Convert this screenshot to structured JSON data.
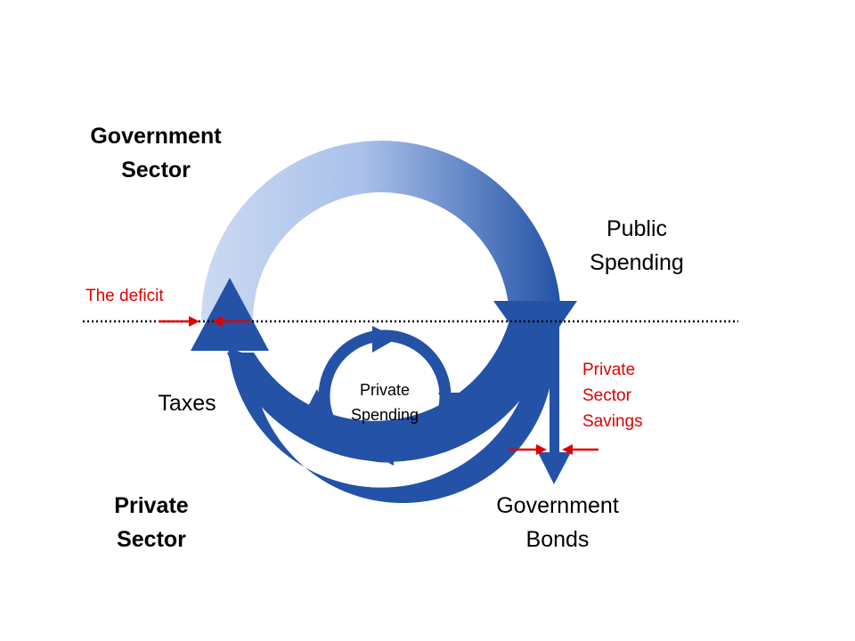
{
  "labels": {
    "government_sector": [
      "Government",
      "Sector"
    ],
    "private_sector": [
      "Private",
      "Sector"
    ],
    "public_spending": [
      "Public",
      "Spending"
    ],
    "taxes": "Taxes",
    "government_bonds": [
      "Government",
      "Bonds"
    ],
    "private_spending": [
      "Private",
      "Spending"
    ],
    "the_deficit": "The deficit",
    "private_sector_savings": [
      "Private",
      "Sector",
      "Savings"
    ]
  },
  "colors": {
    "flow_dark": "#2352a6",
    "flow_light": "#ccdaf2",
    "annotation_red": "#e00000",
    "divider": "#000000"
  }
}
